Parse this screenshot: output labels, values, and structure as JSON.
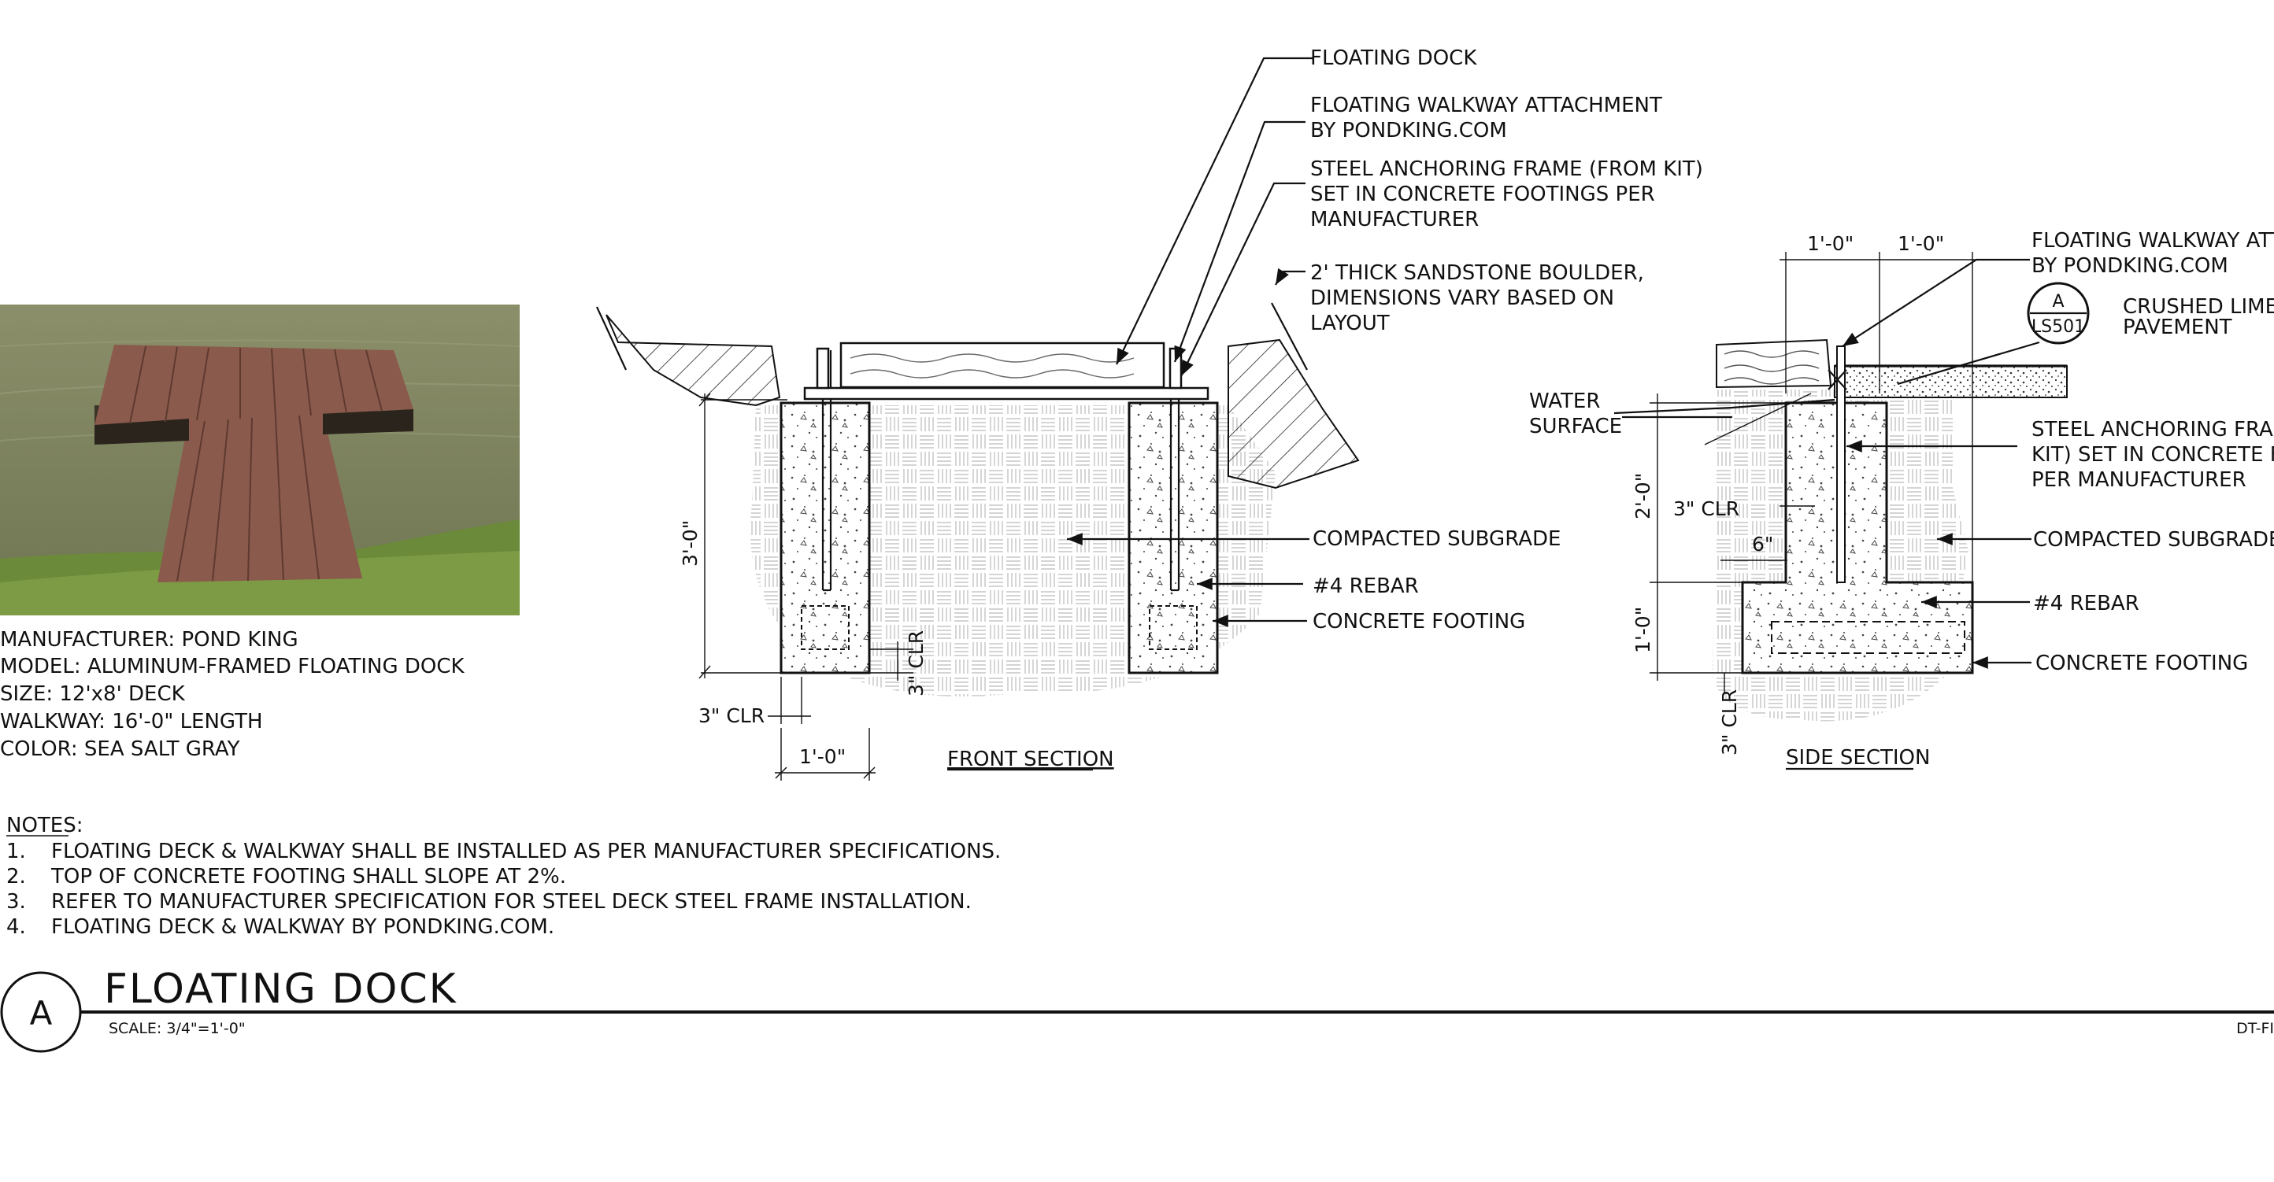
{
  "photo": {
    "alt": "Floating dock photo"
  },
  "specs": [
    "MANUFACTURER: POND KING",
    "MODEL: ALUMINUM-FRAMED FLOATING DOCK",
    "SIZE: 12'x8' DECK",
    "WALKWAY: 16'-0\" LENGTH",
    "COLOR: SEA SALT GRAY"
  ],
  "front_section": {
    "callouts": {
      "floating_dock": "FLOATING DOCK",
      "walkway_attachment": [
        "FLOATING WALKWAY ATTACHMENT",
        "BY PONDKING.COM"
      ],
      "anchoring_frame": [
        "STEEL ANCHORING FRAME (FROM KIT)",
        "SET IN CONCRETE FOOTINGS PER",
        "MANUFACTURER"
      ],
      "boulder": [
        "2' THICK SANDSTONE BOULDER,",
        "DIMENSIONS VARY BASED ON",
        "LAYOUT"
      ],
      "subgrade": "COMPACTED SUBGRADE",
      "rebar": "#4 REBAR",
      "footing": "CONCRETE FOOTING"
    },
    "dims": {
      "height": "3'-0\"",
      "clr_side": "3\" CLR",
      "clr_bottom": "3\" CLR",
      "width": "1'-0\""
    },
    "title": "FRONT SECTION"
  },
  "side_section": {
    "callouts": {
      "walkway_attachment": [
        "FLOATING WALKWAY ATTACHMENT",
        "BY PONDKING.COM"
      ],
      "crushed": [
        "CRUSHED LIMESTONE",
        "PAVEMENT"
      ],
      "water": [
        "WATER",
        "SURFACE"
      ],
      "anchoring_frame": [
        "STEEL ANCHORING FRAME (FROM",
        "KIT) SET IN CONCRETE FOOTINGS",
        "PER MANUFACTURER"
      ],
      "subgrade": "COMPACTED SUBGRADE",
      "rebar": "#4 REBAR",
      "footing": "CONCRETE FOOTING"
    },
    "ref_tag": {
      "letter": "A",
      "sheet": "LS501"
    },
    "dims": {
      "top_left": "1'-0\"",
      "top_right": "1'-0\"",
      "upper": "2'-0\"",
      "lower": "1'-0\"",
      "clr": "3\" CLR",
      "six": "6\"",
      "clr_bottom": "3\" CLR"
    },
    "title": "SIDE SECTION"
  },
  "notes": {
    "heading": "NOTES:",
    "items": [
      {
        "num": "1.",
        "text": "FLOATING DECK & WALKWAY SHALL BE INSTALLED AS PER MANUFACTURER SPECIFICATIONS."
      },
      {
        "num": "2.",
        "text": "TOP OF CONCRETE FOOTING SHALL SLOPE AT 2%."
      },
      {
        "num": "3.",
        "text": "REFER TO MANUFACTURER SPECIFICATION FOR STEEL DECK STEEL FRAME INSTALLATION."
      },
      {
        "num": "4.",
        "text": "FLOATING DECK & WALKWAY BY PONDKING.COM."
      }
    ]
  },
  "title_block": {
    "letter": "A",
    "title": "FLOATING DOCK",
    "scale": "SCALE: 3/4\"=1'-0\"",
    "sheet_code": "DT-FI"
  }
}
